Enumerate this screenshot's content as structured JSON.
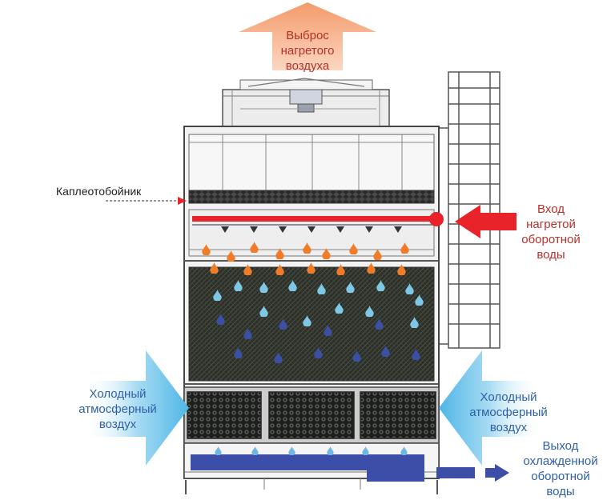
{
  "labels": {
    "exhaust": [
      "Выброс",
      "нагретого",
      "воздуха"
    ],
    "eliminator": "Каплеотобойник",
    "inlet": [
      "Вход",
      "нагретой",
      "оборотной",
      "воды"
    ],
    "cold_air_left": [
      "Холодный",
      "атмосферный",
      "воздух"
    ],
    "cold_air_right": [
      "Холодный",
      "атмосферный",
      "воздух"
    ],
    "outlet": [
      "Выход",
      "охлажденной",
      "оборотной",
      "воды"
    ]
  },
  "colors": {
    "hot_water": "#e8232a",
    "exhaust_arrow": "#f3a77d",
    "hot_drop": "#f07c2a",
    "warm_drop": "#7ec8e6",
    "cold_drop": "#3b4fa3",
    "cold_air": "#5cbde8",
    "cold_water_basin": "#3d4ea8",
    "label_red": "#b5322b",
    "label_blue": "#2f5fa8"
  }
}
